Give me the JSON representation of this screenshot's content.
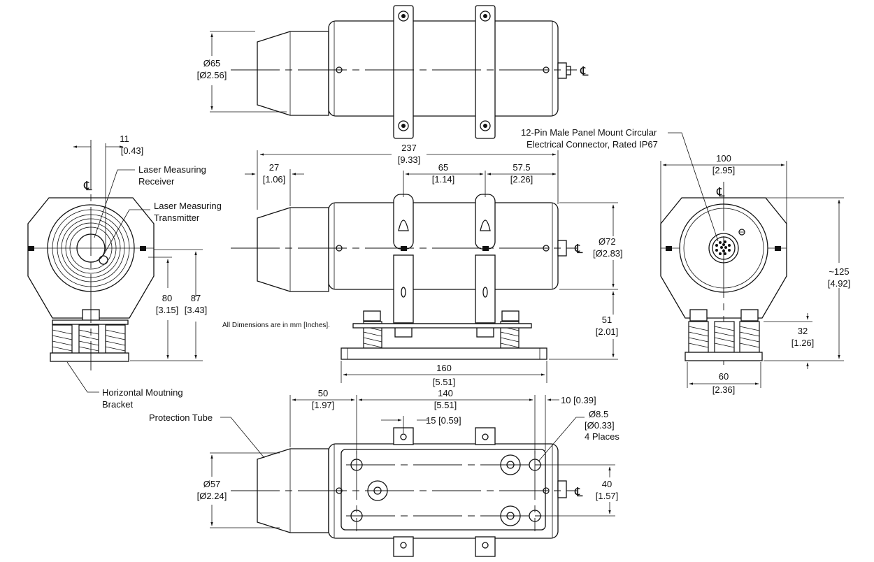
{
  "note": "All Dimensions are in mm [Inches].",
  "symbols": {
    "centerline": "℄"
  },
  "views": {
    "top": {
      "dia_mm": "Ø65",
      "dia_in": "[Ø2.56]"
    },
    "left_end": {
      "offset_mm": "11",
      "offset_in": "[0.43]",
      "label_receiver": [
        "Laser Measuring",
        "Receiver"
      ],
      "label_transmitter": [
        "Laser Measuring",
        "Transmitter"
      ],
      "h80_mm": "80",
      "h80_in": "[3.15]",
      "h87_mm": "87",
      "h87_in": "[3.43]",
      "label_bracket": [
        "Horizontal Moutning",
        "Bracket"
      ]
    },
    "front": {
      "overall_mm": "237",
      "overall_in": "[9.33]",
      "d27_mm": "27",
      "d27_in": "[1.06]",
      "d65_mm": "65",
      "d65_in": "[1.14]",
      "d575_mm": "57.5",
      "d575_in": "[2.26]",
      "dia72_mm": "Ø72",
      "dia72_in": "[Ø2.83]",
      "h51_mm": "51",
      "h51_in": "[2.01]",
      "base_mm": "160",
      "base_in": "[5.51]"
    },
    "right_end": {
      "connector_label": [
        "12-Pin Male Panel Mount Circular",
        "Electrical Connector, Rated IP67"
      ],
      "w100_mm": "100",
      "w100_in": "[2.95]",
      "h125_mm": "~125",
      "h125_in": "[4.92]",
      "h32_mm": "32",
      "h32_in": "[1.26]",
      "w60_mm": "60",
      "w60_in": "[2.36]"
    },
    "bottom": {
      "d50_mm": "50",
      "d50_in": "[1.97]",
      "d140_mm": "140",
      "d140_in": "[5.51]",
      "d10": "10 [0.39]",
      "d15": "15 [0.59]",
      "hole_mm": "Ø8.5",
      "hole_in": "[Ø0.33]",
      "hole_qty": "4 Places",
      "label_tube": "Protection Tube",
      "dia57_mm": "Ø57",
      "dia57_in": "[Ø2.24]",
      "d40_mm": "40",
      "d40_in": "[1.57]"
    }
  }
}
